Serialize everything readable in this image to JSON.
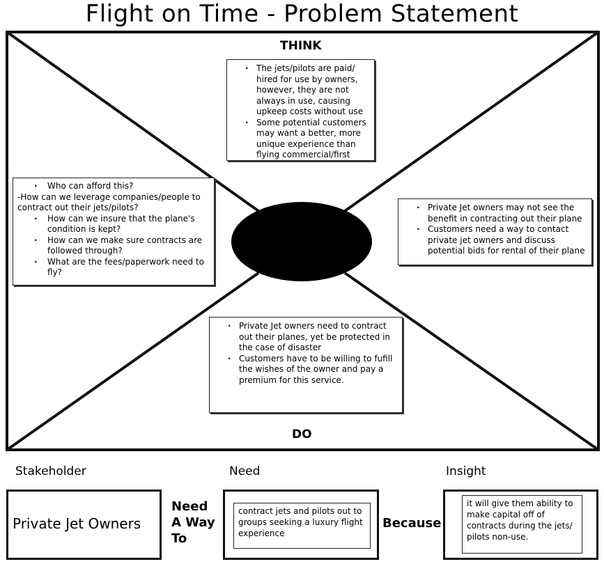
{
  "title": "Flight on Time - Problem Statement",
  "quadrants": {
    "think_label": "THINK",
    "do_label": "DO"
  },
  "notes": {
    "think": [
      "The jets/pilots are paid/ hired for use by owners, however, they are not always in use, causing upkeep costs without use",
      "Some potential customers may want a better, more unique experience than flying commercial/first"
    ],
    "left": [
      "Who can afford this?",
      "-How can we leverage companies/people to contract out their jets/pilots?",
      "How can we insure that the plane's condition is kept?",
      "How can we make sure contracts are followed through?",
      "What are the fees/paperwork need to fly?"
    ],
    "right": [
      "Private Jet owners may not see the benefit in contracting out their plane",
      "Customers need a way to contact private jet owners and discuss potential bids for rental of their plane"
    ],
    "do": [
      "Private Jet owners need to contract out their planes, yet be protected in the case of disaster",
      "Customers have to be willing to fufill the wishes of the owner and pay a premium for this service."
    ]
  },
  "problem_statement": {
    "stakeholder_label": "Stakeholder",
    "need_label": "Need",
    "insight_label": "Insight",
    "stakeholder": "Private Jet Owners",
    "need_connector": "Need A Way To",
    "need": "contract jets and pilots out to groups seeking a luxury flight experience",
    "because_connector": "Because",
    "insight": "it will give them ability to make capital off of contracts during the jets/ pilots non-use."
  }
}
